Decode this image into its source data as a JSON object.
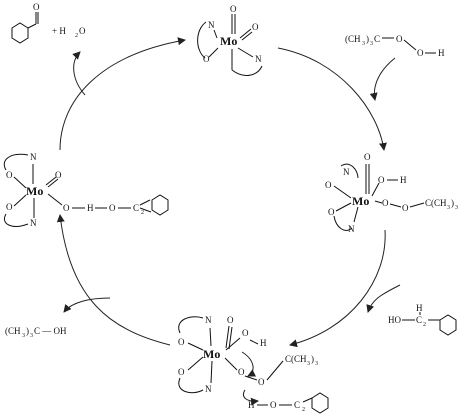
{
  "labels": {
    "benzaldehyde_plus": "+ H",
    "benzaldehyde_water_sub": "2",
    "benzaldehyde_water_o": "O",
    "tbhp_left": "(CH",
    "tbhp_sub3": "3",
    "tbhp_close": ")",
    "tbhp_sub3b": "3",
    "tbhp_c": "C",
    "tbhp_o1": "O",
    "tbhp_o2": "O",
    "tbhp_h": "H",
    "tbuoh_left": "(CH",
    "tbuoh_sub3": "3",
    "tbuoh_close": ")",
    "tbuoh_sub3b": "3",
    "tbuoh_rest": "C — OH",
    "benzylalc_ho": "HO",
    "benzylalc_h": "H",
    "benzylalc_c": "C",
    "benzylalc_sub2": "2",
    "mo": "Mo",
    "o": "O",
    "n": "N",
    "h": "H",
    "c": "C",
    "sub2": "2",
    "ctbu": "C(CH",
    "ctbu_sub3": "3",
    "ctbu_close": ")",
    "ctbu_sub3b": "3"
  }
}
